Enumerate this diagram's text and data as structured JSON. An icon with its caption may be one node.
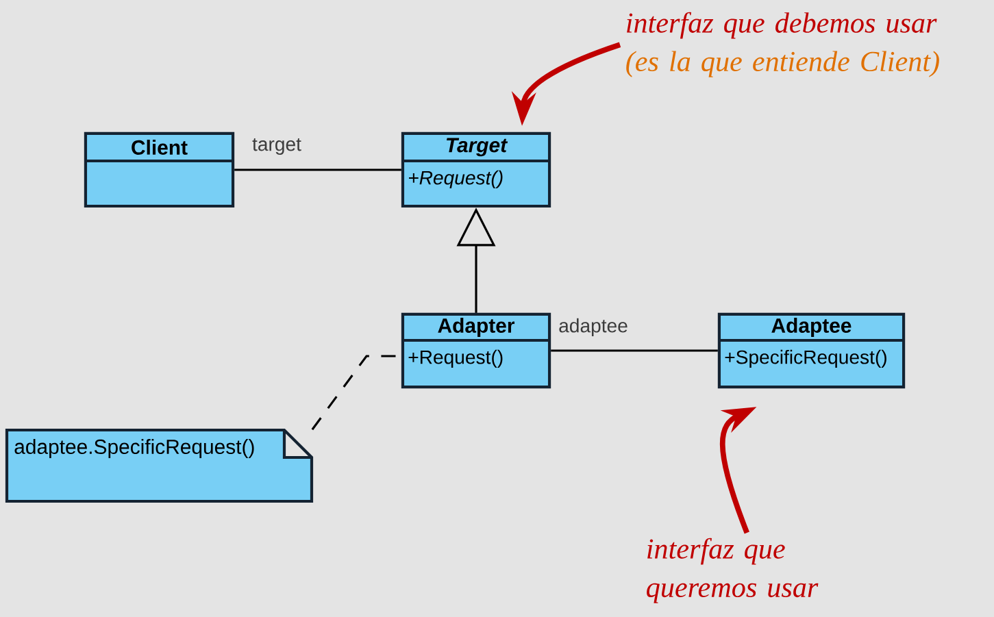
{
  "diagram": {
    "nodes": [
      {
        "text": [
          "Client"
        ]
      },
      {
        "text": [
          "Target",
          "+Request()"
        ]
      },
      {
        "text": [
          "Adapter",
          "+Request()"
        ]
      },
      {
        "text": [
          "Adaptee",
          "+SpecificRequest()"
        ]
      },
      {
        "text": [
          "adaptee.SpecificRequest()"
        ]
      },
      {
        "text": [
          "interfaz que debemos usar",
          "(es la que entiende Client)"
        ]
      },
      {
        "text": [
          "interfaz que queremos usar"
        ]
      }
    ],
    "edges": [
      {
        "from": 0,
        "to": 1,
        "arrow": "none",
        "label": "target"
      },
      {
        "from": 2,
        "to": 1,
        "arrow": "to"
      },
      {
        "from": 2,
        "to": 3,
        "arrow": "none",
        "label": "adaptee"
      },
      {
        "from": 4,
        "to": 2,
        "arrow": "none",
        "style": "dashed"
      },
      {
        "from": 5,
        "to": 1,
        "arrow": "to",
        "style": "thick",
        "color": "#c00000"
      },
      {
        "from": 6,
        "to": 3,
        "arrow": "to",
        "style": "thick",
        "color": "#c00000"
      }
    ]
  }
}
